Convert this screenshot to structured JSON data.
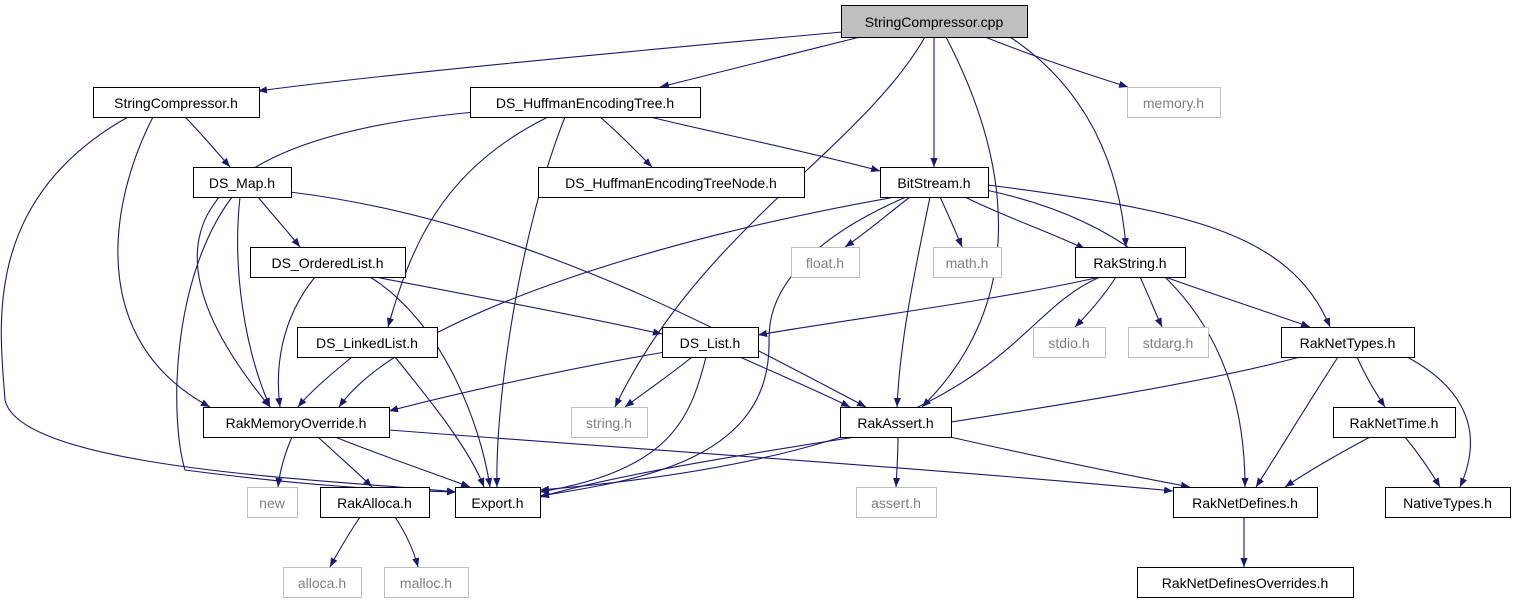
{
  "diagram": {
    "colors": {
      "edge": "#191970",
      "root_fill": "#bfbfbf",
      "node_fill": "#ffffff",
      "node_border": "#000000",
      "external_border": "#bfbfbf",
      "label": "#000000",
      "external_label": "#7f7f7f"
    },
    "nodes": {
      "root": "StringCompressor.cpp",
      "string_compressor_h": "StringCompressor.h",
      "huffman_tree_h": "DS_HuffmanEncodingTree.h",
      "memory_h": "memory.h",
      "map_h": "DS_Map.h",
      "huffman_node_h": "DS_HuffmanEncodingTreeNode.h",
      "bitstream_h": "BitStream.h",
      "ordered_list_h": "DS_OrderedList.h",
      "float_h": "float.h",
      "math_h": "math.h",
      "rakstring_h": "RakString.h",
      "linked_list_h": "DS_LinkedList.h",
      "list_h": "DS_List.h",
      "stdio_h": "stdio.h",
      "stdarg_h": "stdarg.h",
      "raknettypes_h": "RakNetTypes.h",
      "memory_override_h": "RakMemoryOverride.h",
      "string_h": "string.h",
      "rakassert_h": "RakAssert.h",
      "raknettime_h": "RakNetTime.h",
      "new": "new",
      "rakalloca_h": "RakAlloca.h",
      "export_h": "Export.h",
      "assert_h": "assert.h",
      "raknetdefines_h": "RakNetDefines.h",
      "nativetypes_h": "NativeTypes.h",
      "alloca_h": "alloca.h",
      "malloc_h": "malloc.h",
      "raknetdefines_overrides_h": "RakNetDefinesOverrides.h"
    },
    "edges": [
      [
        "root",
        "string_compressor_h"
      ],
      [
        "root",
        "huffman_tree_h"
      ],
      [
        "root",
        "bitstream_h"
      ],
      [
        "root",
        "memory_h"
      ],
      [
        "root",
        "string_h"
      ],
      [
        "root",
        "rakassert_h"
      ],
      [
        "root",
        "rakstring_h"
      ],
      [
        "string_compressor_h",
        "map_h"
      ],
      [
        "string_compressor_h",
        "memory_override_h"
      ],
      [
        "string_compressor_h",
        "export_h"
      ],
      [
        "huffman_tree_h",
        "huffman_node_h"
      ],
      [
        "huffman_tree_h",
        "bitstream_h"
      ],
      [
        "huffman_tree_h",
        "linked_list_h"
      ],
      [
        "huffman_tree_h",
        "memory_override_h"
      ],
      [
        "huffman_tree_h",
        "export_h"
      ],
      [
        "map_h",
        "ordered_list_h"
      ],
      [
        "map_h",
        "memory_override_h"
      ],
      [
        "map_h",
        "export_h"
      ],
      [
        "map_h",
        "rakassert_h"
      ],
      [
        "ordered_list_h",
        "list_h"
      ],
      [
        "ordered_list_h",
        "memory_override_h"
      ],
      [
        "ordered_list_h",
        "export_h"
      ],
      [
        "linked_list_h",
        "memory_override_h"
      ],
      [
        "linked_list_h",
        "export_h"
      ],
      [
        "bitstream_h",
        "float_h"
      ],
      [
        "bitstream_h",
        "math_h"
      ],
      [
        "bitstream_h",
        "rakstring_h"
      ],
      [
        "bitstream_h",
        "raknettypes_h"
      ],
      [
        "bitstream_h",
        "rakassert_h"
      ],
      [
        "bitstream_h",
        "raknetdefines_h"
      ],
      [
        "bitstream_h",
        "memory_override_h"
      ],
      [
        "bitstream_h",
        "export_h"
      ],
      [
        "rakstring_h",
        "stdio_h"
      ],
      [
        "rakstring_h",
        "stdarg_h"
      ],
      [
        "rakstring_h",
        "list_h"
      ],
      [
        "rakstring_h",
        "raknettypes_h"
      ],
      [
        "rakstring_h",
        "export_h"
      ],
      [
        "list_h",
        "memory_override_h"
      ],
      [
        "list_h",
        "string_h"
      ],
      [
        "list_h",
        "rakassert_h"
      ],
      [
        "list_h",
        "export_h"
      ],
      [
        "raknettypes_h",
        "raknettime_h"
      ],
      [
        "raknettypes_h",
        "nativetypes_h"
      ],
      [
        "raknettypes_h",
        "raknetdefines_h"
      ],
      [
        "raknettypes_h",
        "export_h"
      ],
      [
        "memory_override_h",
        "new"
      ],
      [
        "memory_override_h",
        "rakalloca_h"
      ],
      [
        "memory_override_h",
        "export_h"
      ],
      [
        "memory_override_h",
        "raknetdefines_h"
      ],
      [
        "rakassert_h",
        "assert_h"
      ],
      [
        "rakassert_h",
        "raknetdefines_h"
      ],
      [
        "raknettime_h",
        "nativetypes_h"
      ],
      [
        "raknettime_h",
        "raknetdefines_h"
      ],
      [
        "rakalloca_h",
        "alloca_h"
      ],
      [
        "rakalloca_h",
        "malloc_h"
      ],
      [
        "raknetdefines_h",
        "raknetdefines_overrides_h"
      ]
    ]
  }
}
